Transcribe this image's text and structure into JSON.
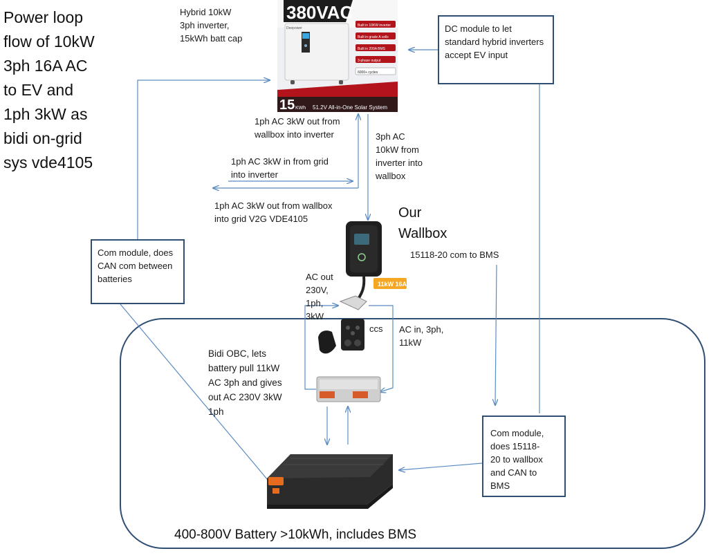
{
  "title": "Power loop\nflow of 10kW\n3ph 16A AC\nto EV and\n1ph 3kW as\nbidi on-grid\nsys vde4105",
  "inverter": {
    "label": "Hybrid 10kW\n3ph inverter,\n15kWh batt cap",
    "image_text": {
      "voltage": "380VAC",
      "brand": "Deepower",
      "features": [
        "Built in 10KW inverter",
        "Built in grade A cells",
        "Built in 200A BMS",
        "3-phase output",
        "6000+ cycles"
      ],
      "capacity": "15",
      "capacity_unit": "KWh",
      "tagline": "51.2V All-in-One Solar System"
    }
  },
  "dc_module_box": "DC module to let standard hybrid inverters accept EV input",
  "flows": {
    "wallbox_to_inverter": "1ph AC 3kW out from wallbox into inverter",
    "inverter_to_wallbox": "3ph AC\n10kW from\ninverter into\nwallbox",
    "grid_to_inverter": "1ph AC 3kW  in from grid\ninto inverter",
    "wallbox_to_grid": "1ph AC 3kW out from wallbox\ninto grid V2G VDE4105"
  },
  "wallbox": {
    "title": "Our\nWallbox",
    "protocol": "15118-20 com to BMS",
    "badge": "11kW 16A"
  },
  "ac_out": "AC out\n230V,\n1ph,\n3kW",
  "ccs": "ccs",
  "ac_in": "AC in, 3ph,\n11kW",
  "com_module_left": "Com module, does CAN com between batteries",
  "obc": "Bidi OBC, lets\nbattery pull 11kW\nAC 3ph and gives\nout AC 230V 3kW\n1ph",
  "com_module_right": "Com module,\ndoes 15118-\n20 to wallbox\nand CAN to\nBMS",
  "battery_caption": "400-800V Battery >10kWh, includes BMS",
  "colors": {
    "arrow": "#5b8bc4",
    "box_border": "#2f4e74",
    "inverter_red": "#b3141c",
    "wallbox_orange": "#f5a623"
  }
}
